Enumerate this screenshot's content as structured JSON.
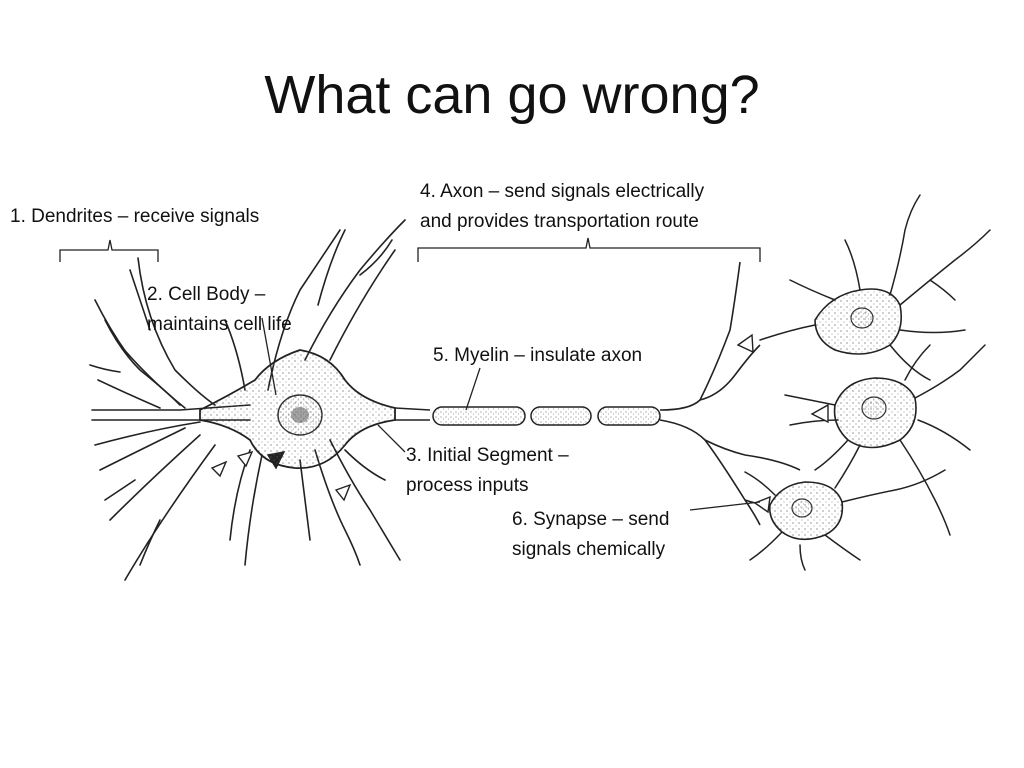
{
  "slide": {
    "title": "What can go wrong?"
  },
  "labels": {
    "dendrites": "1. Dendrites – receive signals",
    "cell_body": [
      "2. Cell Body –",
      "maintains cell life"
    ],
    "initial_segment": [
      "3. Initial Segment –",
      "process inputs"
    ],
    "axon": [
      "4. Axon – send signals electrically",
      "and provides transportation route"
    ],
    "myelin": "5. Myelin – insulate axon",
    "synapse": [
      "6. Synapse – send",
      "signals chemically"
    ]
  },
  "colors": {
    "ink": "#111111",
    "background": "#ffffff",
    "stipple": "#555555"
  }
}
